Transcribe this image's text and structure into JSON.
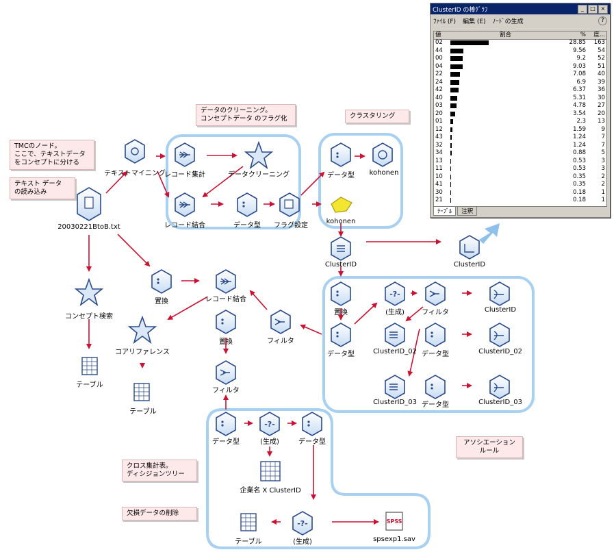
{
  "notes": {
    "tmc": "TMCのノード。\nここで、テキストデータ\nをコンセプトに分ける",
    "read": "テキスト データ\nの読み込み",
    "cleaning": "データのクリーニング。\nコンセプトデータ のフラグ化",
    "cluster": "クラスタリング",
    "assoc": "アソシエーション\nルール",
    "crosstab": "クロス集計表。\nディシジョンツリー",
    "missing": "欠損データの削除"
  },
  "nodes": {
    "text_mining": "テキストマイニング",
    "file": "20030221BtoB.txt",
    "record_agg": "レコード集計",
    "data_cleaning": "データクリーニング",
    "record_merge1": "レコード結合",
    "data_type1": "データ型",
    "flag_set": "フラグ設定",
    "data_type2": "データ型",
    "kohonen1": "kohonen",
    "kohonen2": "kohonen",
    "clusterid": "ClusterID",
    "clusterid_chart": "ClusterID",
    "replace1": "置換",
    "record_merge2": "レコード結合",
    "concept_search": "コンセプト検索",
    "coreference": "コアリファレンス",
    "table1": "テーブル",
    "table2": "テーブル",
    "replace2": "置換",
    "filter1": "フィルタ",
    "filter2": "フィルタ",
    "replace3": "置換",
    "data_type3": "データ型",
    "gen1": "(生成)",
    "filter3": "フィルタ",
    "clusterid_web": "ClusterID",
    "clusterid_02a": "ClusterID_02",
    "data_type4": "データ型",
    "clusterid_02b": "ClusterID_02",
    "clusterid_03a": "ClusterID_03",
    "data_type5": "データ型",
    "clusterid_03b": "ClusterID_03",
    "data_type6": "データ型",
    "gen2": "(生成)",
    "data_type7": "データ型",
    "matrix": "企業名 X ClusterID",
    "table3": "テーブル",
    "gen3": "(生成)",
    "sav": "spsexp1.sav"
  },
  "window": {
    "title": "ClusterID の棒ｸﾞﾗﾌ",
    "menu": [
      "ﾌｧｲﾙ (F)",
      "編集 (E)",
      "ﾉｰﾄﾞの生成"
    ],
    "help": "?",
    "headers": {
      "value": "値",
      "proportion": "割合",
      "percent": "%",
      "count": "度..."
    },
    "rows": [
      {
        "value": "02",
        "pct": "28.85",
        "count": 163
      },
      {
        "value": "44",
        "pct": "9.56",
        "count": 54
      },
      {
        "value": "00",
        "pct": "9.2",
        "count": 52
      },
      {
        "value": "04",
        "pct": "9.03",
        "count": 51
      },
      {
        "value": "22",
        "pct": "7.08",
        "count": 40
      },
      {
        "value": "24",
        "pct": "6.9",
        "count": 39
      },
      {
        "value": "42",
        "pct": "6.37",
        "count": 36
      },
      {
        "value": "40",
        "pct": "5.31",
        "count": 30
      },
      {
        "value": "03",
        "pct": "4.78",
        "count": 27
      },
      {
        "value": "20",
        "pct": "3.54",
        "count": 20
      },
      {
        "value": "01",
        "pct": "2.3",
        "count": 13
      },
      {
        "value": "12",
        "pct": "1.59",
        "count": 9
      },
      {
        "value": "43",
        "pct": "1.24",
        "count": 7
      },
      {
        "value": "32",
        "pct": "1.24",
        "count": 7
      },
      {
        "value": "34",
        "pct": "0.88",
        "count": 5
      },
      {
        "value": "13",
        "pct": "0.53",
        "count": 3
      },
      {
        "value": "11",
        "pct": "0.53",
        "count": 3
      },
      {
        "value": "10",
        "pct": "0.35",
        "count": 2
      },
      {
        "value": "41",
        "pct": "0.35",
        "count": 2
      },
      {
        "value": "30",
        "pct": "0.18",
        "count": 1
      },
      {
        "value": "21",
        "pct": "0.18",
        "count": 1
      }
    ],
    "tabs": [
      "ﾃｰﾌﾞﾙ",
      "注釈"
    ]
  },
  "colors": {
    "arrow": "#cc1133",
    "frame": "#a8d0f0",
    "node_fill": "#e8f0fb",
    "node_stroke": "#2a4a8a",
    "note_bg": "#fde8ea"
  }
}
